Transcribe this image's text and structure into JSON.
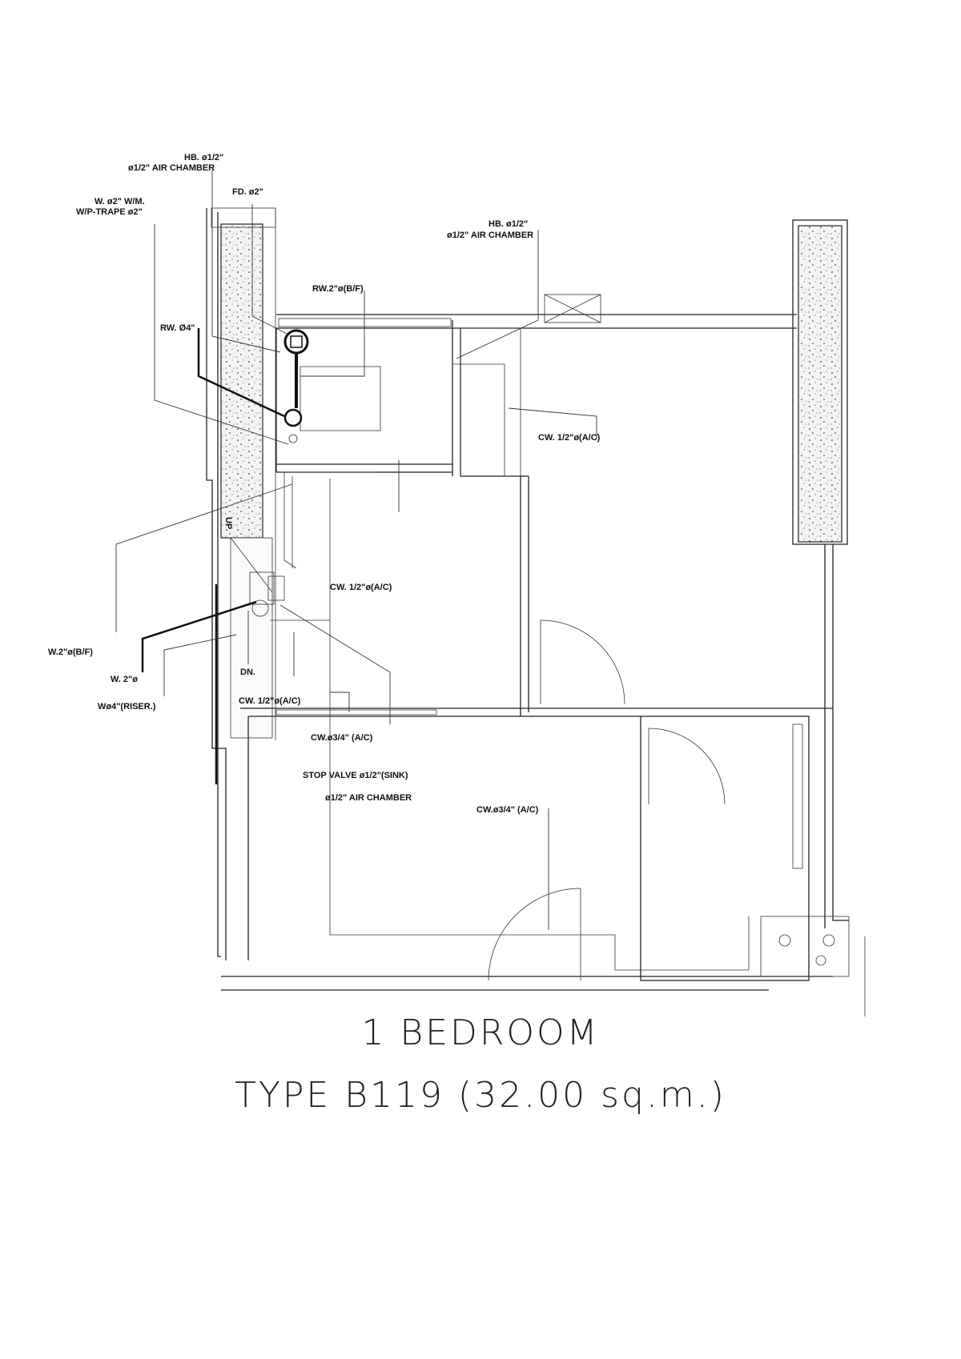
{
  "plan": {
    "labels": {
      "hb_top_left": "HB. ø1/2\"",
      "air_chamber_top_left": "ø1/2\" AIR CHAMBER",
      "fd": "FD. ø2\"",
      "w_wm": "W. ø2\" W/M.",
      "wp_trape": "W/P-TRAPE ø2\"",
      "rw_bf": "RW.2\"ø(B/F)",
      "rw4": "RW. Ø4\"",
      "hb_top_right": "HB. ø1/2\"",
      "air_chamber_top_right": "ø1/2\" AIR CHAMBER",
      "cw_kitchen": "CW. 1/2\"ø(A/C)",
      "cw_mid": "CW. 1/2\"ø(A/C)",
      "w2_bf": "W.2\"ø(B/F)",
      "w2": "W. 2\"ø",
      "w4_riser": "Wø4\"(RISER.)",
      "dn": "DN.",
      "up": "UP",
      "cw_lower": "CW. 1/2\"ø(A/C)",
      "cw_34_a": "CW.ø3/4\" (A/C)",
      "stop_valve": "STOP VALVE ø1/2\"(SINK)",
      "air_chamber_sink": "ø1/2\" AIR CHAMBER",
      "cw_34_b": "CW.ø3/4\" (A/C)"
    }
  },
  "title": {
    "line1": "1 BEDROOM",
    "line2": "TYPE B119 (32.00 sq.m.)"
  }
}
